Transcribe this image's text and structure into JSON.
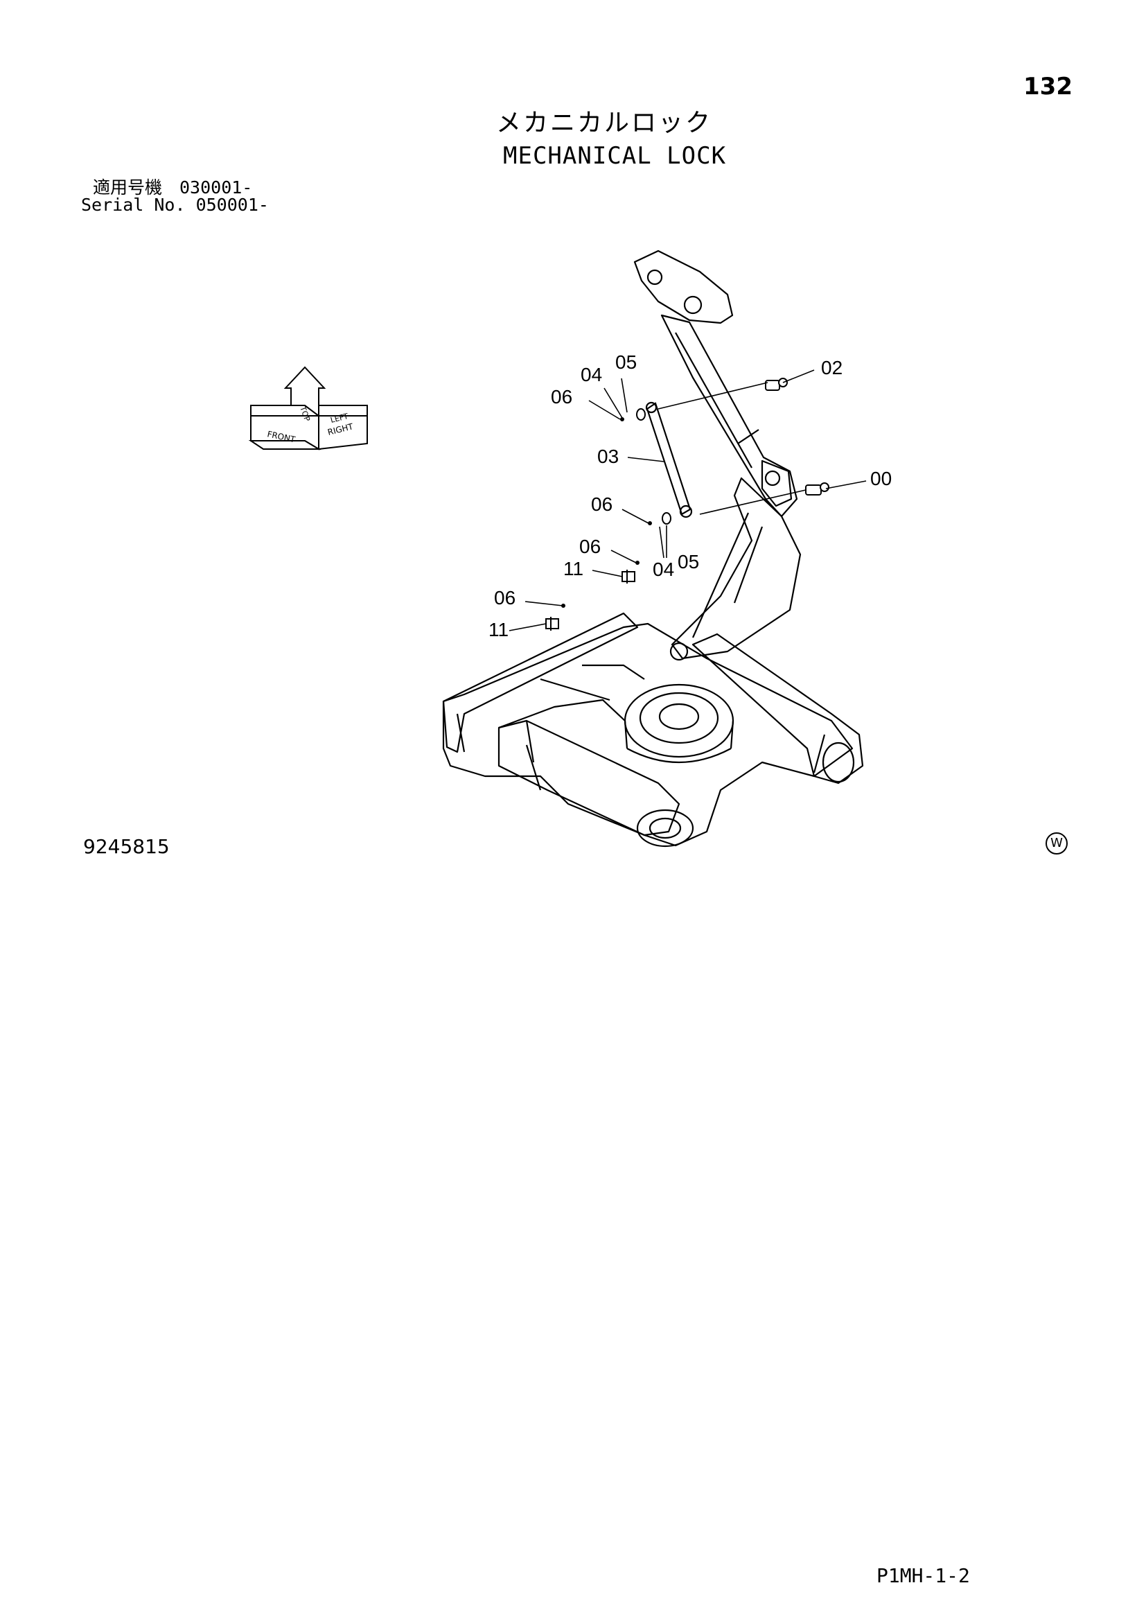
{
  "header": {
    "page_number": "132",
    "title_jp": "メカニカルロック",
    "title_en": "MECHANICAL LOCK"
  },
  "applicability": {
    "jp_line": "適用号機　030001-",
    "serial_line": "Serial No. 050001-"
  },
  "orientation": {
    "front": "FRONT",
    "top": "TOP",
    "right": "RIGHT",
    "left": "LEFT"
  },
  "diagram": {
    "callouts": [
      "02",
      "05",
      "04",
      "06",
      "03",
      "00",
      "06",
      "04",
      "05",
      "06",
      "11",
      "06",
      "11"
    ]
  },
  "footer": {
    "drawing_number": "9245815",
    "page_code": "P1MH-1-2",
    "w_mark": "W"
  }
}
